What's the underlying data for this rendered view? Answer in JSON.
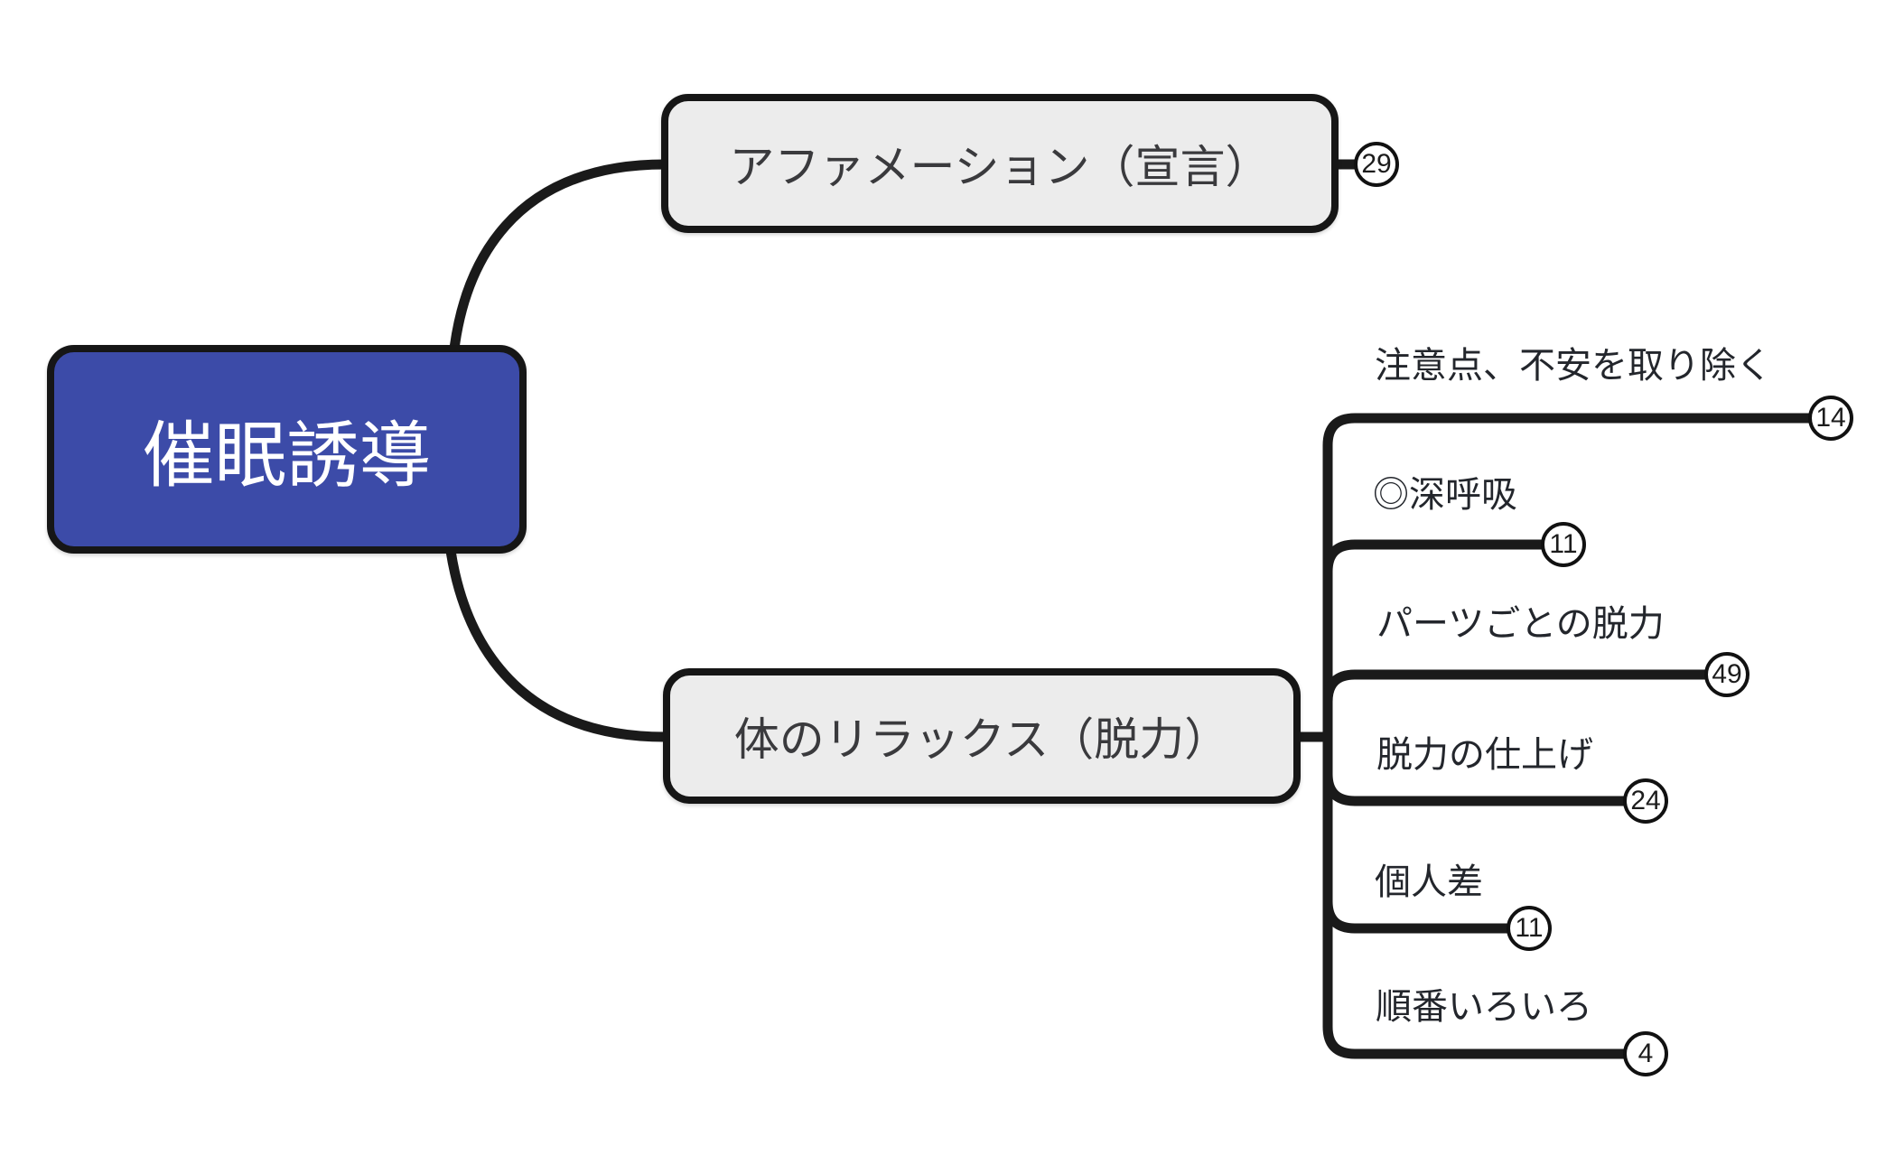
{
  "mindmap": {
    "root": {
      "label": "催眠誘導"
    },
    "branches": [
      {
        "label": "アファメーション（宣言）",
        "count": "29"
      },
      {
        "label": "体のリラックス（脱力）",
        "children": [
          {
            "label": "注意点、不安を取り除く",
            "count": "14"
          },
          {
            "label": "◎深呼吸",
            "count": "11"
          },
          {
            "label": "パーツごとの脱力",
            "count": "49"
          },
          {
            "label": "脱力の仕上げ",
            "count": "24"
          },
          {
            "label": "個人差",
            "count": "11"
          },
          {
            "label": "順番いろいろ",
            "count": "4"
          }
        ]
      }
    ],
    "colors": {
      "root_fill": "#3c4ba8",
      "root_text": "#ffffff",
      "topic_fill": "#ececec",
      "topic_border": "#161616",
      "topic_text": "#3a3a3d",
      "leaf_text": "#23262c",
      "line": "#1a1a1a",
      "badge_fill": "#ffffff",
      "badge_border": "#111111",
      "background": "#ffffff"
    }
  }
}
